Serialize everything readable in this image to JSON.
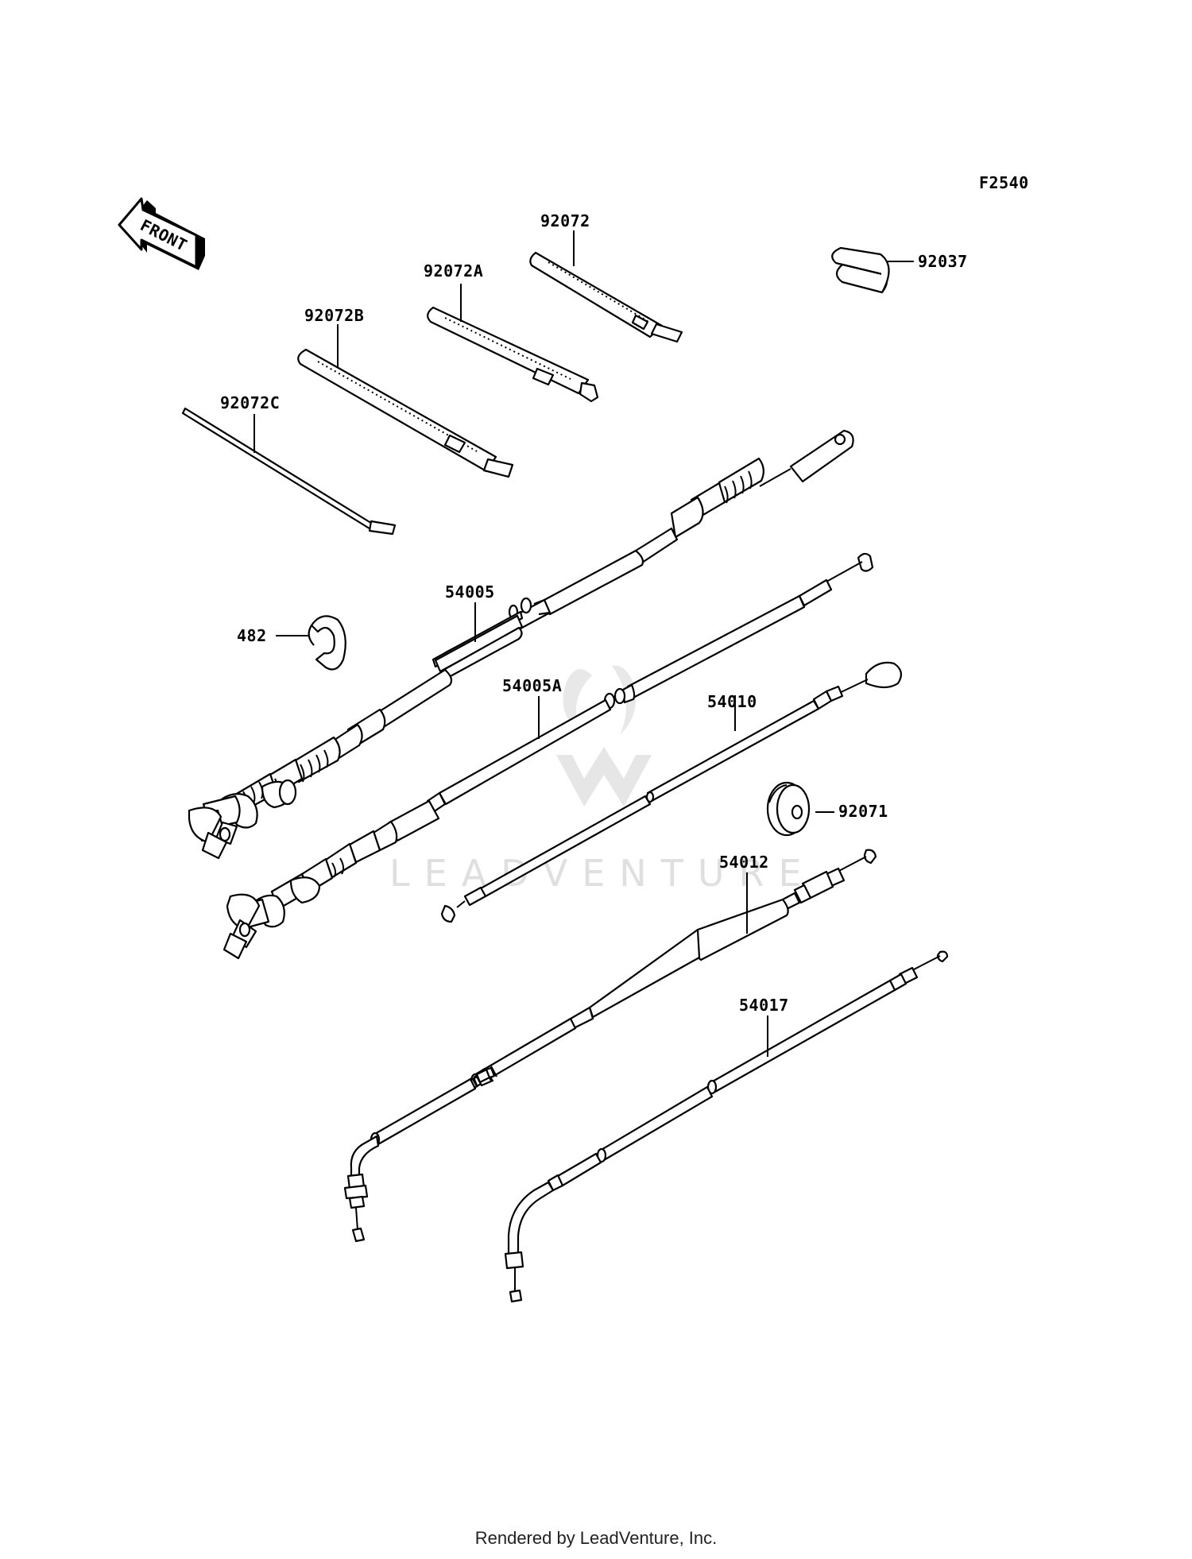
{
  "diagram_code": "F2540",
  "front_label": "FRONT",
  "watermark": "LEADVENTURE",
  "footer": "Rendered by LeadVenture, Inc.",
  "parts": {
    "p92072": "92072",
    "p92072A": "92072A",
    "p92072B": "92072B",
    "p92072C": "92072C",
    "p92037": "92037",
    "p54005": "54005",
    "p482": "482",
    "p54005A": "54005A",
    "p54010": "54010",
    "p92071": "92071",
    "p54012": "54012",
    "p54017": "54017"
  }
}
